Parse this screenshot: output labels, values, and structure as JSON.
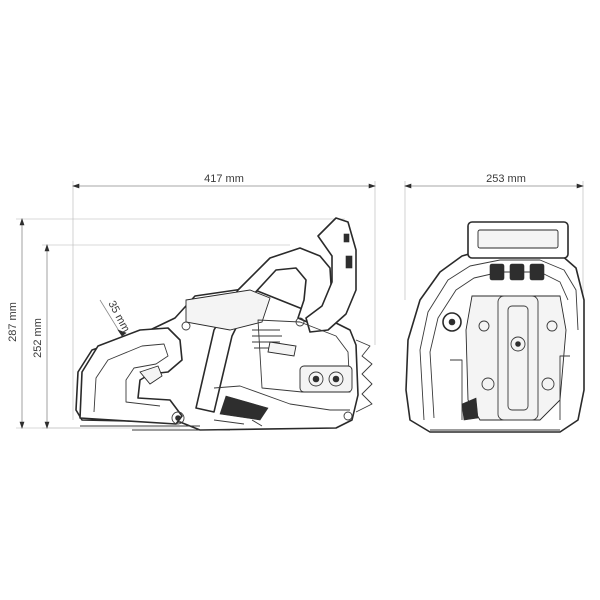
{
  "dimensions": {
    "width_side": "417 mm",
    "width_front": "253 mm",
    "height_total": "287 mm",
    "height_body": "252 mm",
    "handle_diameter": "35 mm"
  },
  "colors": {
    "line": "#2a2a2a",
    "dimension": "#8a8a8a",
    "background": "#ffffff"
  },
  "icons": {
    "side_view": "chainsaw-side-view-drawing",
    "front_view": "chainsaw-front-view-drawing"
  }
}
